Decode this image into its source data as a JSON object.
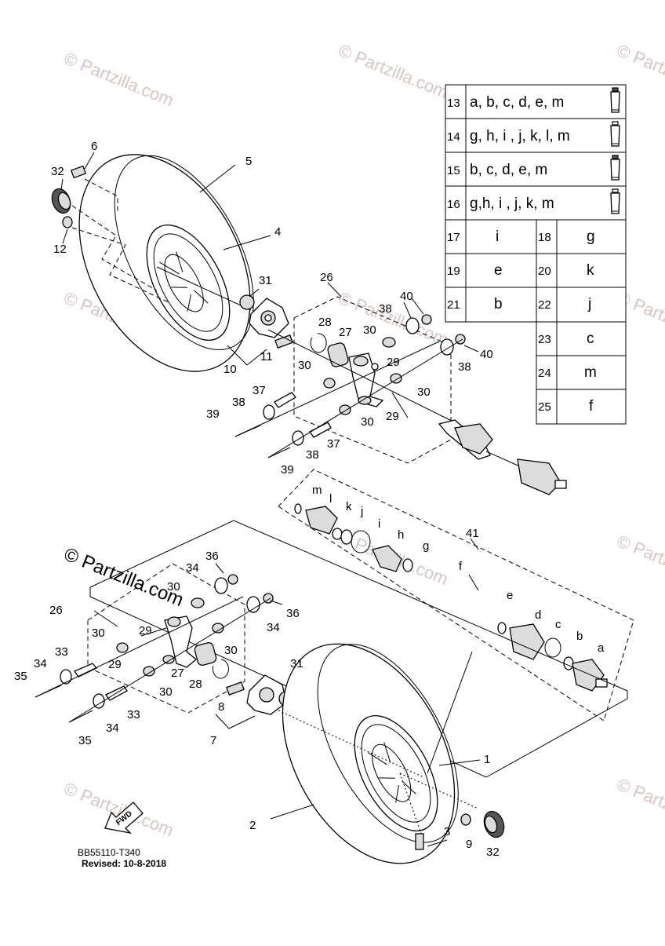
{
  "diagram_code": "BB55110-T340",
  "revised": "Revised: 10-8-2018",
  "fwd_label": "FWD",
  "watermark": "© Partzilla.com",
  "callouts": {
    "c1": "1",
    "c2": "2",
    "c3": "3",
    "c4": "4",
    "c5": "5",
    "c6": "6",
    "c7": "7",
    "c8": "8",
    "c9": "9",
    "c10": "10",
    "c11": "11",
    "c12": "12",
    "c26a": "26",
    "c26b": "26",
    "c27a": "27",
    "c27b": "27",
    "c28a": "28",
    "c28b": "28",
    "c29a": "29",
    "c29b": "29",
    "c29c": "29",
    "c29d": "29",
    "c30a": "30",
    "c30b": "30",
    "c30c": "30",
    "c30d": "30",
    "c30e": "30",
    "c30f": "30",
    "c30g": "30",
    "c30h": "30",
    "c31a": "31",
    "c31b": "31",
    "c32a": "32",
    "c32b": "32",
    "c33a": "33",
    "c33b": "33",
    "c34a": "34",
    "c34b": "34",
    "c34c": "34",
    "c34d": "34",
    "c35a": "35",
    "c35b": "35",
    "c36a": "36",
    "c36b": "36",
    "c37a": "37",
    "c37b": "37",
    "c38a": "38",
    "c38b": "38",
    "c38c": "38",
    "c38d": "38",
    "c39a": "39",
    "c39b": "39",
    "c40a": "40",
    "c40b": "40",
    "c41": "41"
  },
  "letters": {
    "a": "a",
    "b": "b",
    "c": "c",
    "d": "d",
    "e": "e",
    "f": "f",
    "g": "g",
    "h": "h",
    "i": "i",
    "j": "j",
    "k": "k",
    "l": "l",
    "m": "m"
  },
  "legend": {
    "wide_rows": [
      {
        "num": "13",
        "text": "a, b, c, d, e, m"
      },
      {
        "num": "14",
        "text": "g, h, i , j, k, l, m"
      },
      {
        "num": "15",
        "text": "b, c, d, e, m"
      },
      {
        "num": "16",
        "text": "g,h, i , j, k, m"
      }
    ],
    "pair_rows": [
      {
        "l_num": "17",
        "l_val": "i",
        "r_num": "18",
        "r_val": "g"
      },
      {
        "l_num": "19",
        "l_val": "e",
        "r_num": "20",
        "r_val": "k"
      },
      {
        "l_num": "21",
        "l_val": "b",
        "r_num": "22",
        "r_val": "j"
      }
    ],
    "single_rows": [
      {
        "num": "23",
        "val": "c"
      },
      {
        "num": "24",
        "val": "m"
      },
      {
        "num": "25",
        "val": "f"
      }
    ]
  }
}
